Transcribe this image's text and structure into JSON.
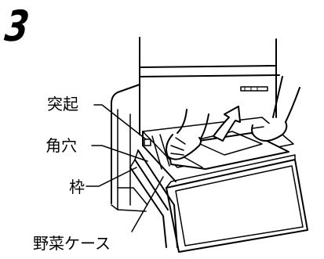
{
  "step_number": "3",
  "labels": {
    "protrusion": "突起",
    "square_hole": "角穴",
    "frame": "枠",
    "vegetable_case": "野菜ケース"
  }
}
